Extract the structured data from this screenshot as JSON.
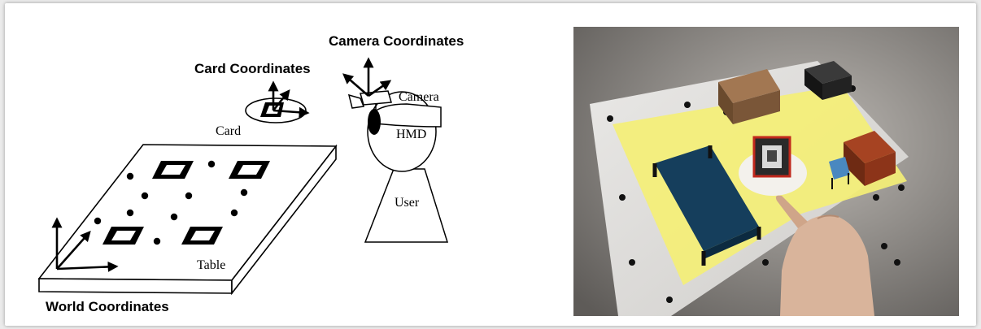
{
  "diagram": {
    "labels": {
      "camera_coordinates": "Camera Coordinates",
      "card_coordinates": "Card Coordinates",
      "world_coordinates": "World Coordinates",
      "card": "Card",
      "camera": "Camera",
      "hmd": "HMD",
      "user": "User",
      "table": "Table"
    }
  },
  "photo": {
    "subject": "augmented-reality-room-layout-on-marker-table",
    "colors": {
      "overlay_yellow": "#f4ef76",
      "bed_blue": "#153e5c",
      "cabinet_brown": "#7a5638",
      "shelf_red": "#8c3419",
      "table_white": "#f1f0ee",
      "background_gray": "#7b7875"
    }
  }
}
